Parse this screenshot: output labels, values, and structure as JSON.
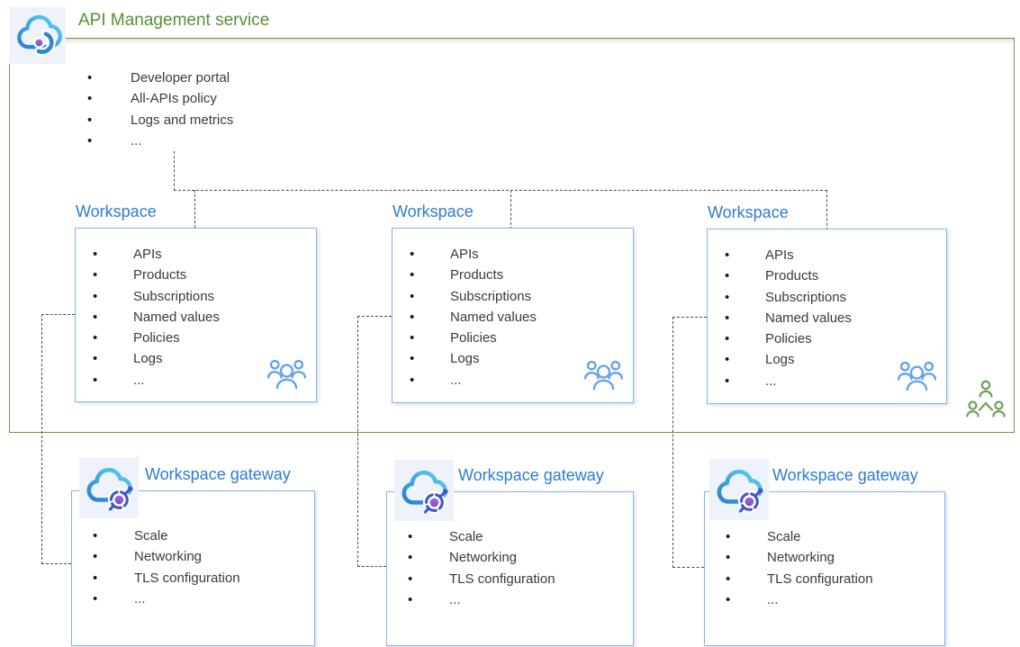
{
  "service": {
    "title": "API Management service",
    "items": [
      "Developer portal",
      "All-APIs policy",
      "Logs and metrics",
      "..."
    ]
  },
  "workspaces": [
    {
      "title": "Workspace",
      "items": [
        "APIs",
        "Products",
        "Subscriptions",
        "Named values",
        "Policies",
        "Logs",
        "..."
      ]
    },
    {
      "title": "Workspace",
      "items": [
        "APIs",
        "Products",
        "Subscriptions",
        "Named values",
        "Policies",
        "Logs",
        "..."
      ]
    },
    {
      "title": "Workspace",
      "items": [
        "APIs",
        "Products",
        "Subscriptions",
        "Named values",
        "Policies",
        "Logs",
        "..."
      ]
    }
  ],
  "gateways": [
    {
      "title": "Workspace gateway",
      "items": [
        "Scale",
        "Networking",
        "TLS configuration",
        "..."
      ]
    },
    {
      "title": "Workspace gateway",
      "items": [
        "Scale",
        "Networking",
        "TLS configuration",
        "..."
      ]
    },
    {
      "title": "Workspace gateway",
      "items": [
        "Scale",
        "Networking",
        "TLS configuration",
        "..."
      ]
    }
  ],
  "icons": {
    "api_management": "api-management-cloud-icon",
    "workspace_gateway": "gateway-cloud-icon",
    "workspace_members": "people-group-icon",
    "service_members": "org-people-icon"
  },
  "colors": {
    "service_title_green": "#539332",
    "service_border_green": "#6b9e3e",
    "workspace_title_blue": "#2e7bd6",
    "box_border_blue": "#86b2ea",
    "body_text": "#3a3a3a",
    "connector_gray": "#4a4a4a",
    "people_blue": "#66a1f0",
    "people_green": "#71a45c",
    "icon_purple": "#8a57c6"
  }
}
